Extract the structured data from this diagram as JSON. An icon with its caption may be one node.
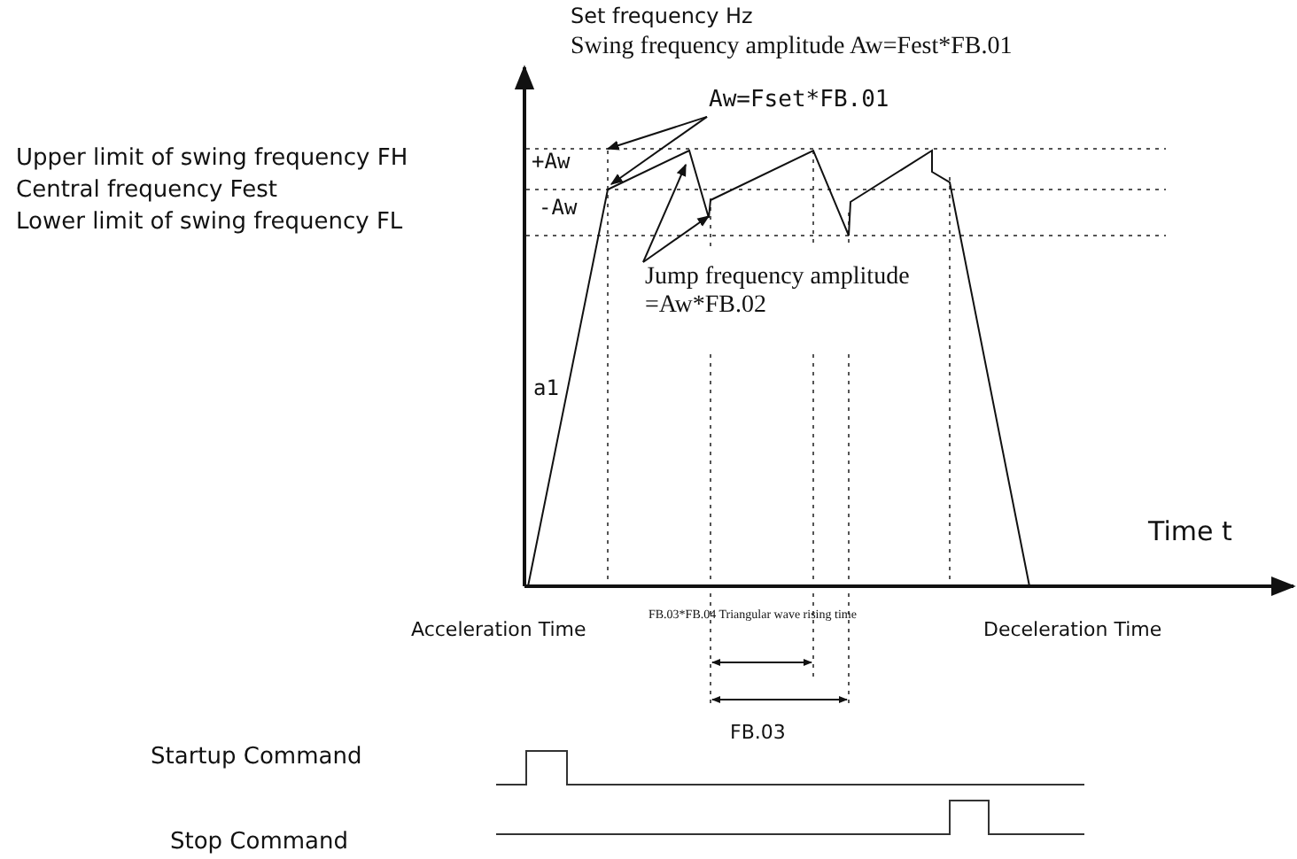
{
  "diagram": {
    "nodes": [
      {
        "text": [
          "Aw=Fset*FB.01"
        ]
      },
      {
        "text": [
          "Jump frequency amplitude =Aw*FB.02"
        ]
      }
    ],
    "edges": [
      {
        "from": 0,
        "to": null,
        "arrow": "to"
      },
      {
        "from": 0,
        "to": null,
        "arrow": "to"
      },
      {
        "from": 1,
        "to": null,
        "arrow": "to"
      },
      {
        "from": 1,
        "to": null,
        "arrow": "to"
      }
    ],
    "labels": [
      "Set frequency Hz",
      "Swing frequency amplitude Aw=Fest*FB.01",
      "Upper limit of swing frequency FH",
      "+Aw",
      "Central frequency Fest",
      "-Aw",
      "Lower limit of swing frequency FL",
      "a1",
      "Time t",
      "FB.03*FB.04 Triangular wave rising time",
      "Acceleration Time",
      "Deceleration Time",
      "FB.03",
      "Startup Command",
      "Stop Command"
    ]
  }
}
